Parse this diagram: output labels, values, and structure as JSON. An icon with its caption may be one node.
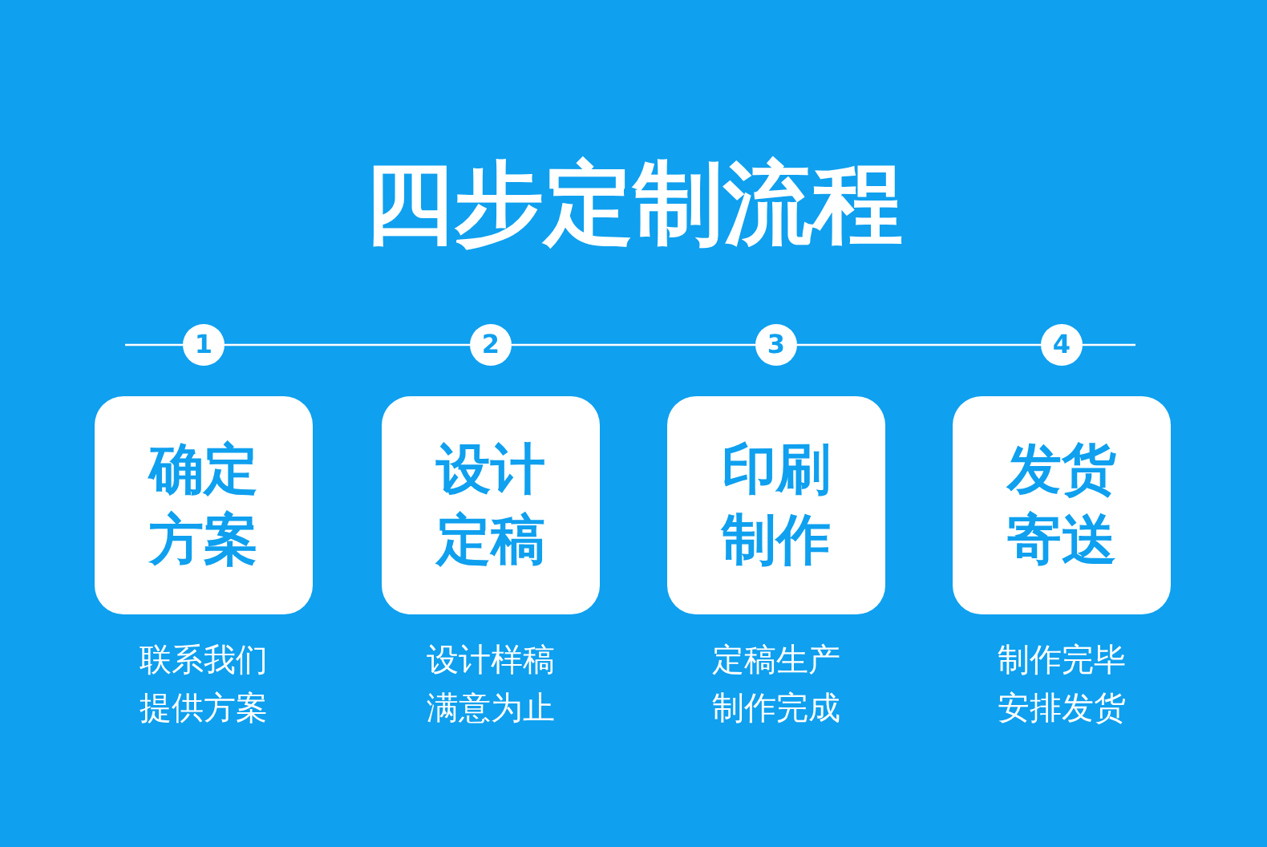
{
  "diagram": {
    "title": "四步定制流程",
    "nodes": [
      {
        "text": [
          "1"
        ]
      },
      {
        "text": [
          "2"
        ]
      },
      {
        "text": [
          "3"
        ]
      },
      {
        "text": [
          "4"
        ]
      },
      {
        "text": [
          "确定方案"
        ],
        "beside": [
          "联系我们提供方案"
        ]
      },
      {
        "text": [
          "设计定稿"
        ],
        "beside": [
          "设计样稿满意为止"
        ]
      },
      {
        "text": [
          "印刷制作"
        ],
        "beside": [
          "定稿生产制作完成"
        ]
      },
      {
        "text": [
          "发货寄送"
        ],
        "beside": [
          "制作完毕安排发货"
        ]
      }
    ],
    "edges": [
      {
        "from": 0,
        "to": 1,
        "arrow": "none"
      },
      {
        "from": 1,
        "to": 2,
        "arrow": "none"
      },
      {
        "from": 2,
        "to": 3,
        "arrow": "none"
      }
    ]
  }
}
